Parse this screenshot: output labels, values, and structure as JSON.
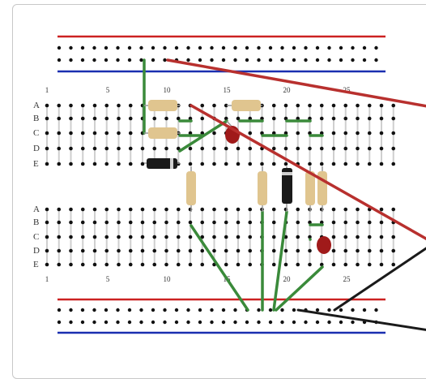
{
  "breadboard": {
    "row_letters_top": [
      "A",
      "B",
      "C",
      "D",
      "E"
    ],
    "row_letters_bottom": [
      "A",
      "B",
      "C",
      "D",
      "E"
    ],
    "column_numbers": [
      "1",
      "5",
      "10",
      "15",
      "20",
      "25"
    ],
    "column_count": 30
  },
  "colors": {
    "rail_positive": "#cc2222",
    "rail_negative": "#1a2fb0",
    "wire_green": "#3a8a3a",
    "wire_red": "#b8302e",
    "wire_black": "#1a1a1a",
    "resistor_body": "#e0c58f",
    "led_red": "#a01a1a",
    "diode_body": "#1a1a1a",
    "diode_band": "#d0d0d0"
  },
  "components": {
    "resistors": [
      "resistor-top-1",
      "resistor-top-2",
      "resistor-top-3",
      "resistor-vertical-1",
      "resistor-vertical-2",
      "resistor-vertical-3",
      "resistor-vertical-4"
    ],
    "leds": [
      "led-1",
      "led-2"
    ],
    "diodes": [
      "diode-horizontal",
      "diode-vertical"
    ]
  }
}
